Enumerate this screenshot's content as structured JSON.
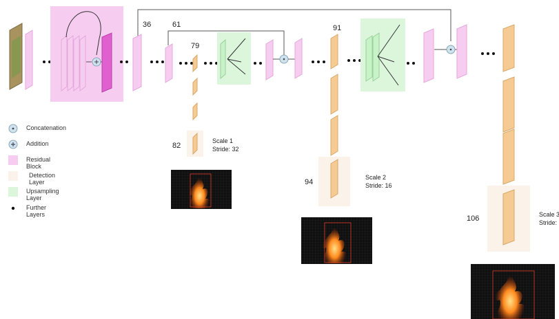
{
  "colors": {
    "residual": "#f6cdf0",
    "residual_border": "#e6a6dc",
    "residual_strong": "#e060d0",
    "detection": "#f5ca93",
    "detection_border": "#d9a86a",
    "detection_bg": "#fbf3e9",
    "upsampling": "#c8f2c8",
    "upsampling_bg": "#dcf6dc",
    "op_circle": "#cfe3ee",
    "line": "#555555"
  },
  "layer_numbers": {
    "n36": "36",
    "n61": "61",
    "n79": "79",
    "n82": "82",
    "n91": "91",
    "n94": "94",
    "n106": "106"
  },
  "scales": {
    "s1_scale": "Scale 1",
    "s1_stride": "Stride: 32",
    "s2_scale": "Scale 2",
    "s2_stride": "Stride: 16",
    "s3_scale": "Scale 3",
    "s3_stride": "Stride:"
  },
  "legend": {
    "concatenation": "Concatenation",
    "addition": "Addition",
    "residual_block": "Residual Block",
    "detection_layer": "Detection Layer",
    "upsampling_layer": "Upsampling Layer",
    "further_layers": "Further Layers"
  },
  "icons": {
    "concat": "circle-dot-icon",
    "add": "circle-plus-icon",
    "dot": "bullet-dot-icon"
  }
}
